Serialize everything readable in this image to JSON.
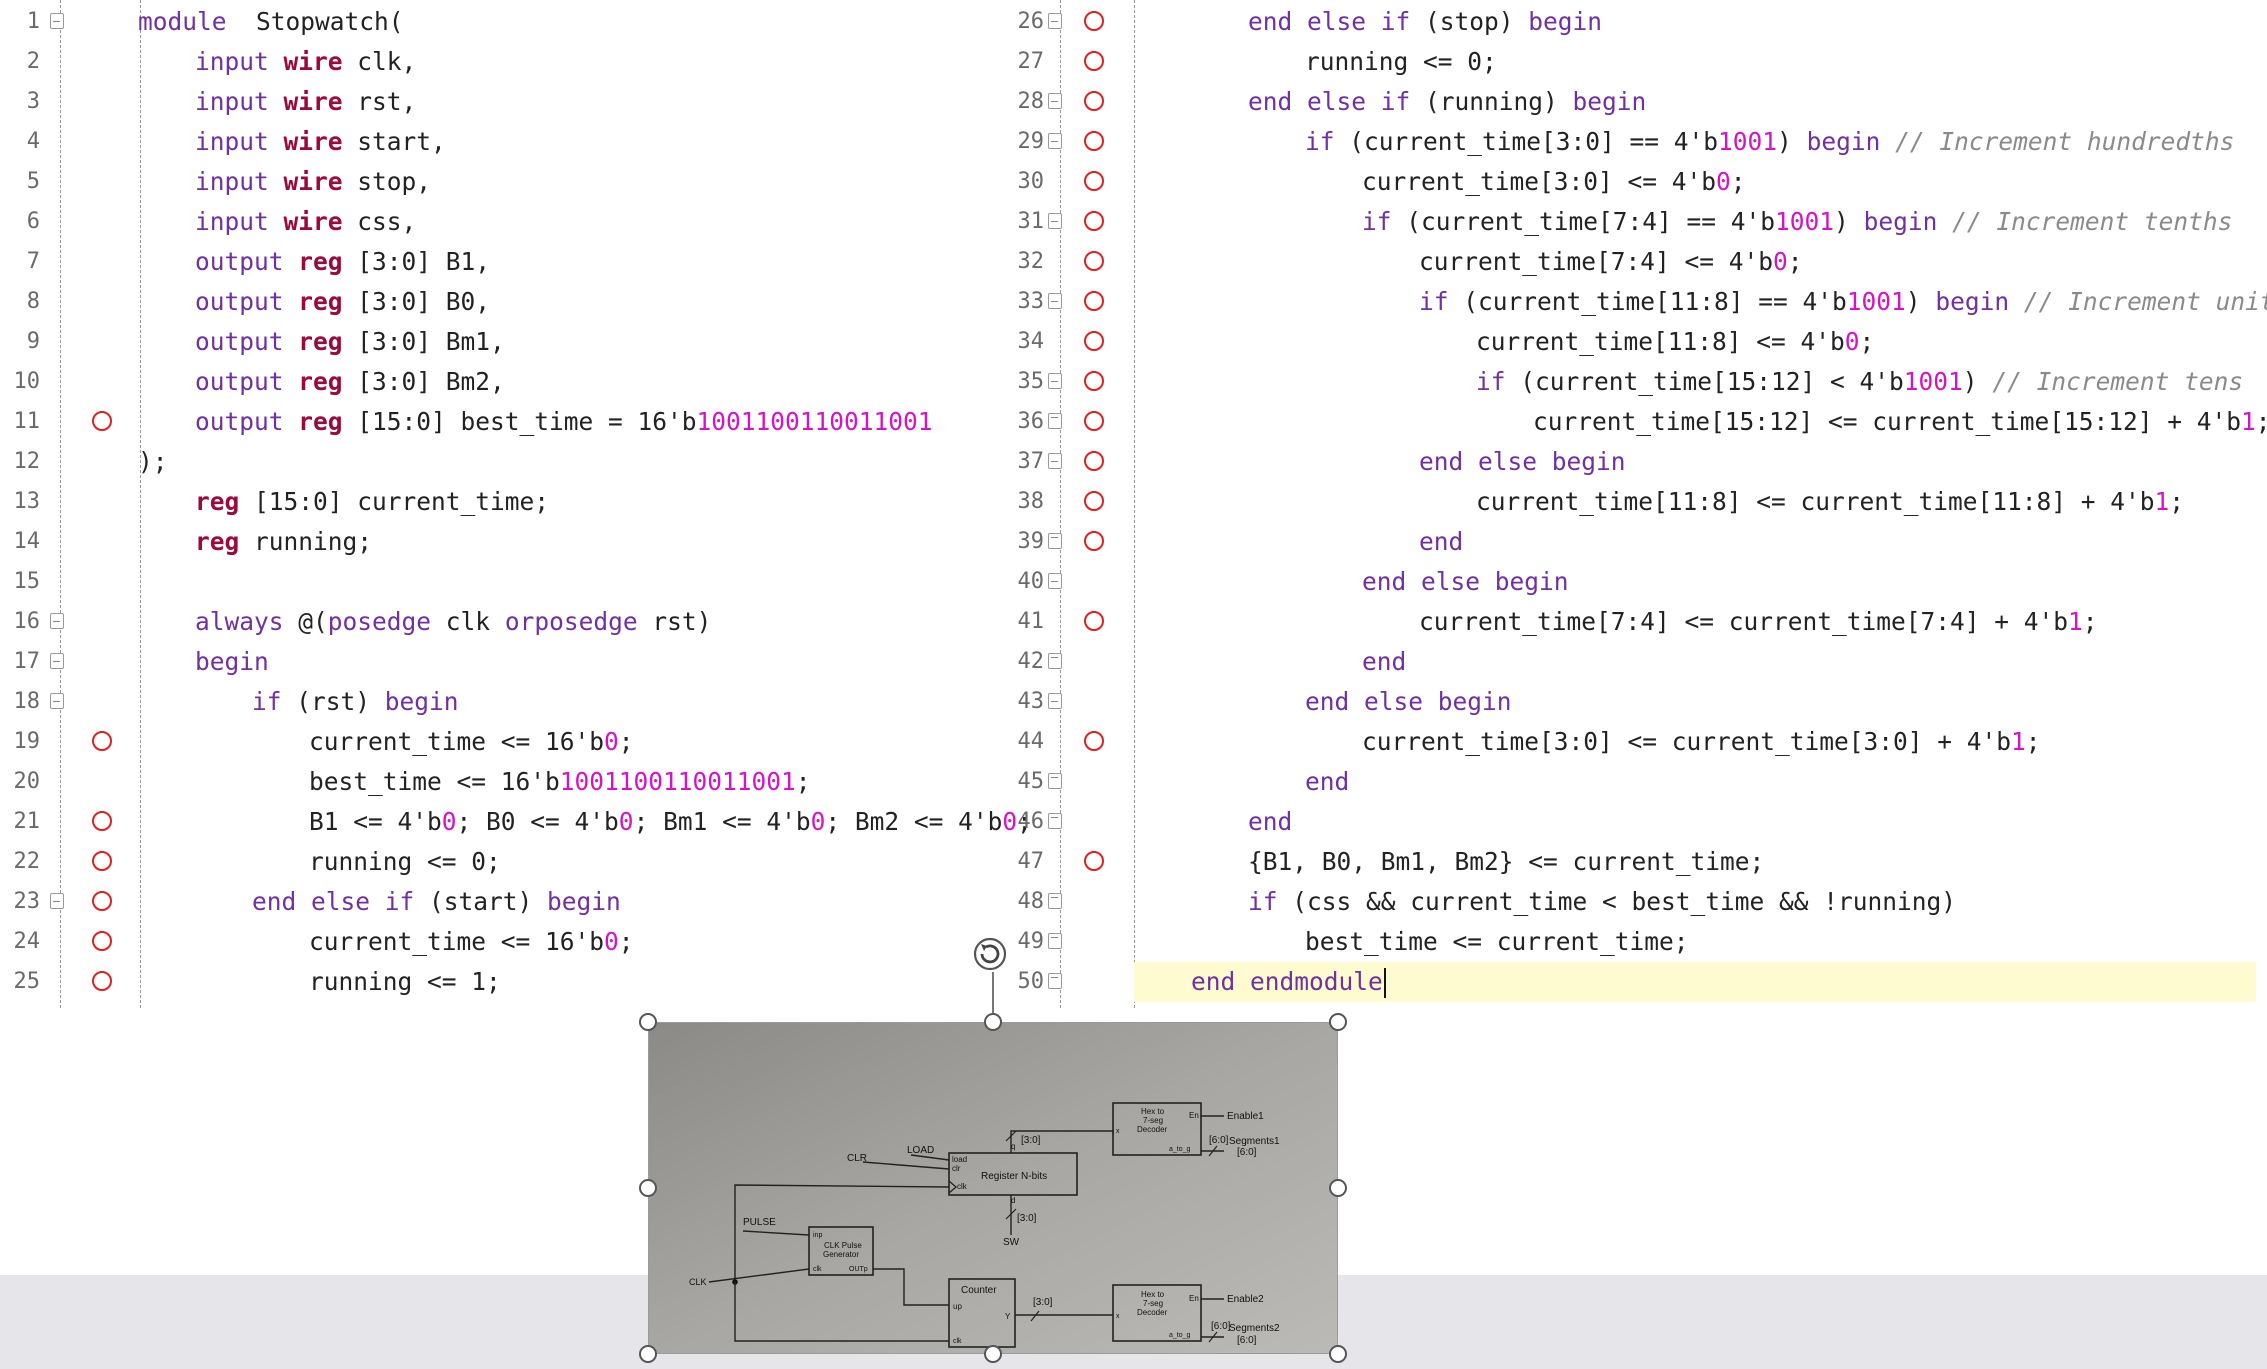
{
  "editor": {
    "left_lines": [
      {
        "n": "1",
        "fold": "open",
        "bp": false,
        "indent": 0,
        "toks": [
          [
            "kw",
            "module"
          ],
          [
            "",
            "  Stopwatch("
          ]
        ]
      },
      {
        "n": "2",
        "fold": "",
        "bp": false,
        "indent": 1,
        "toks": [
          [
            "kw",
            "input "
          ],
          [
            "kwb",
            "wire"
          ],
          [
            "",
            " clk,"
          ]
        ]
      },
      {
        "n": "3",
        "fold": "",
        "bp": false,
        "indent": 1,
        "toks": [
          [
            "kw",
            "input "
          ],
          [
            "kwb",
            "wire"
          ],
          [
            "",
            " rst,"
          ]
        ]
      },
      {
        "n": "4",
        "fold": "",
        "bp": false,
        "indent": 1,
        "toks": [
          [
            "kw",
            "input "
          ],
          [
            "kwb",
            "wire"
          ],
          [
            "",
            " start,"
          ]
        ]
      },
      {
        "n": "5",
        "fold": "",
        "bp": false,
        "indent": 1,
        "toks": [
          [
            "kw",
            "input "
          ],
          [
            "kwb",
            "wire"
          ],
          [
            "",
            " stop,"
          ]
        ]
      },
      {
        "n": "6",
        "fold": "",
        "bp": false,
        "indent": 1,
        "toks": [
          [
            "kw",
            "input "
          ],
          [
            "kwb",
            "wire"
          ],
          [
            "",
            " css,"
          ]
        ]
      },
      {
        "n": "7",
        "fold": "",
        "bp": false,
        "indent": 1,
        "toks": [
          [
            "kw",
            "output "
          ],
          [
            "kwb",
            "reg"
          ],
          [
            "",
            " [3:0] B1,"
          ]
        ]
      },
      {
        "n": "8",
        "fold": "",
        "bp": false,
        "indent": 1,
        "toks": [
          [
            "kw",
            "output "
          ],
          [
            "kwb",
            "reg"
          ],
          [
            "",
            " [3:0] B0,"
          ]
        ]
      },
      {
        "n": "9",
        "fold": "",
        "bp": false,
        "indent": 1,
        "toks": [
          [
            "kw",
            "output "
          ],
          [
            "kwb",
            "reg"
          ],
          [
            "",
            " [3:0] Bm1,"
          ]
        ]
      },
      {
        "n": "10",
        "fold": "",
        "bp": false,
        "indent": 1,
        "toks": [
          [
            "kw",
            "output "
          ],
          [
            "kwb",
            "reg"
          ],
          [
            "",
            " [3:0] Bm2,"
          ]
        ]
      },
      {
        "n": "11",
        "fold": "",
        "bp": true,
        "indent": 1,
        "toks": [
          [
            "kw",
            "output "
          ],
          [
            "kwb",
            "reg"
          ],
          [
            "",
            " [15:0] best_time = 16'b"
          ],
          [
            "num",
            "1001100110011001"
          ]
        ]
      },
      {
        "n": "12",
        "fold": "",
        "bp": false,
        "indent": 0,
        "toks": [
          [
            "",
            ");"
          ]
        ]
      },
      {
        "n": "13",
        "fold": "",
        "bp": false,
        "indent": 1,
        "toks": [
          [
            "kwb",
            "reg"
          ],
          [
            "",
            " [15:0] current_time;"
          ]
        ]
      },
      {
        "n": "14",
        "fold": "",
        "bp": false,
        "indent": 1,
        "toks": [
          [
            "kwb",
            "reg"
          ],
          [
            "",
            " running;"
          ]
        ]
      },
      {
        "n": "15",
        "fold": "",
        "bp": false,
        "indent": 0,
        "toks": []
      },
      {
        "n": "16",
        "fold": "open",
        "bp": false,
        "indent": 1,
        "toks": [
          [
            "kw",
            "always"
          ],
          [
            "",
            " @("
          ],
          [
            "kw",
            "posedge"
          ],
          [
            "",
            " clk "
          ],
          [
            "kw",
            "or"
          ],
          [
            " ",
            ""
          ],
          [
            "kw",
            "posedge"
          ],
          [
            "",
            " rst)"
          ]
        ]
      },
      {
        "n": "17",
        "fold": "open",
        "bp": false,
        "indent": 1,
        "toks": [
          [
            "kw",
            "begin"
          ]
        ]
      },
      {
        "n": "18",
        "fold": "open",
        "bp": false,
        "indent": 2,
        "toks": [
          [
            "kw",
            "if"
          ],
          [
            "",
            " (rst) "
          ],
          [
            "kw",
            "begin"
          ]
        ]
      },
      {
        "n": "19",
        "fold": "",
        "bp": true,
        "indent": 3,
        "toks": [
          [
            "",
            "current_time <= 16'b"
          ],
          [
            "num",
            "0"
          ],
          [
            "",
            ";"
          ]
        ]
      },
      {
        "n": "20",
        "fold": "",
        "bp": false,
        "indent": 3,
        "toks": [
          [
            "",
            "best_time <= 16'b"
          ],
          [
            "num",
            "1001100110011001"
          ],
          [
            "",
            ";"
          ]
        ]
      },
      {
        "n": "21",
        "fold": "",
        "bp": true,
        "indent": 3,
        "toks": [
          [
            "",
            "B1 <= 4'b"
          ],
          [
            "num",
            "0"
          ],
          [
            "",
            "; B0 <= 4'b"
          ],
          [
            "num",
            "0"
          ],
          [
            "",
            "; Bm1 <= 4'b"
          ],
          [
            "num",
            "0"
          ],
          [
            "",
            "; Bm2 <= 4'b"
          ],
          [
            "num",
            "0"
          ],
          [
            "",
            ";"
          ]
        ]
      },
      {
        "n": "22",
        "fold": "",
        "bp": true,
        "indent": 3,
        "toks": [
          [
            "",
            "running <= 0;"
          ]
        ]
      },
      {
        "n": "23",
        "fold": "open",
        "bp": true,
        "indent": 2,
        "toks": [
          [
            "kw",
            "end else if"
          ],
          [
            "",
            " (start) "
          ],
          [
            "kw",
            "begin"
          ]
        ]
      },
      {
        "n": "24",
        "fold": "",
        "bp": true,
        "indent": 3,
        "toks": [
          [
            "",
            "current_time <= 16'b"
          ],
          [
            "num",
            "0"
          ],
          [
            "",
            ";"
          ]
        ]
      },
      {
        "n": "25",
        "fold": "",
        "bp": true,
        "indent": 3,
        "toks": [
          [
            "",
            "running <= 1;"
          ]
        ]
      }
    ],
    "right_lines": [
      {
        "n": "26",
        "fold": "open",
        "bp": true,
        "indent": 2,
        "toks": [
          [
            "kw",
            "end else if"
          ],
          [
            "",
            " (stop) "
          ],
          [
            "kw",
            "begin"
          ]
        ]
      },
      {
        "n": "27",
        "fold": "",
        "bp": true,
        "indent": 3,
        "toks": [
          [
            "",
            "running <= 0;"
          ]
        ]
      },
      {
        "n": "28",
        "fold": "open",
        "bp": true,
        "indent": 2,
        "toks": [
          [
            "kw",
            "end else if"
          ],
          [
            "",
            " (running) "
          ],
          [
            "kw",
            "begin"
          ]
        ]
      },
      {
        "n": "29",
        "fold": "open",
        "bp": true,
        "indent": 3,
        "toks": [
          [
            "kw",
            "if"
          ],
          [
            "",
            " (current_time[3:0] == 4'b"
          ],
          [
            "num",
            "1001"
          ],
          [
            "",
            ") "
          ],
          [
            "kw",
            "begin"
          ],
          [
            "",
            " "
          ],
          [
            "cmt",
            "// Increment hundredths"
          ]
        ]
      },
      {
        "n": "30",
        "fold": "",
        "bp": true,
        "indent": 4,
        "toks": [
          [
            "",
            "current_time[3:0] <= 4'b"
          ],
          [
            "num",
            "0"
          ],
          [
            "",
            ";"
          ]
        ]
      },
      {
        "n": "31",
        "fold": "open",
        "bp": true,
        "indent": 4,
        "toks": [
          [
            "kw",
            "if"
          ],
          [
            "",
            " (current_time[7:4] == 4'b"
          ],
          [
            "num",
            "1001"
          ],
          [
            "",
            ") "
          ],
          [
            "kw",
            "begin"
          ],
          [
            "",
            " "
          ],
          [
            "cmt",
            "// Increment tenths"
          ]
        ]
      },
      {
        "n": "32",
        "fold": "",
        "bp": true,
        "indent": 5,
        "toks": [
          [
            "",
            "current_time[7:4] <= 4'b"
          ],
          [
            "num",
            "0"
          ],
          [
            "",
            ";"
          ]
        ]
      },
      {
        "n": "33",
        "fold": "open",
        "bp": true,
        "indent": 5,
        "toks": [
          [
            "kw",
            "if"
          ],
          [
            "",
            " (current_time[11:8] == 4'b"
          ],
          [
            "num",
            "1001"
          ],
          [
            "",
            ") "
          ],
          [
            "kw",
            "begin"
          ],
          [
            "",
            " "
          ],
          [
            "cmt",
            "// Increment unit"
          ]
        ]
      },
      {
        "n": "34",
        "fold": "",
        "bp": true,
        "indent": 6,
        "toks": [
          [
            "",
            "current_time[11:8] <= 4'b"
          ],
          [
            "num",
            "0"
          ],
          [
            "",
            ";"
          ]
        ]
      },
      {
        "n": "35",
        "fold": "open",
        "bp": true,
        "indent": 6,
        "toks": [
          [
            "kw",
            "if"
          ],
          [
            "",
            " (current_time[15:12] < 4'b"
          ],
          [
            "num",
            "1001"
          ],
          [
            "",
            ") "
          ],
          [
            "cmt",
            "// Increment tens"
          ]
        ]
      },
      {
        "n": "36",
        "fold": "close",
        "bp": true,
        "indent": 7,
        "toks": [
          [
            "",
            "current_time[15:12] <= current_time[15:12] + 4'b"
          ],
          [
            "num",
            "1"
          ],
          [
            "",
            ";"
          ]
        ]
      },
      {
        "n": "37",
        "fold": "open",
        "bp": true,
        "indent": 5,
        "toks": [
          [
            "kw",
            "end else begin"
          ]
        ]
      },
      {
        "n": "38",
        "fold": "",
        "bp": true,
        "indent": 6,
        "toks": [
          [
            "",
            "current_time[11:8] <= current_time[11:8] + 4'b"
          ],
          [
            "num",
            "1"
          ],
          [
            "",
            ";"
          ]
        ]
      },
      {
        "n": "39",
        "fold": "close",
        "bp": true,
        "indent": 5,
        "toks": [
          [
            "kw",
            "end"
          ]
        ]
      },
      {
        "n": "40",
        "fold": "open",
        "bp": false,
        "indent": 4,
        "toks": [
          [
            "kw",
            "end else begin"
          ]
        ]
      },
      {
        "n": "41",
        "fold": "",
        "bp": true,
        "indent": 5,
        "toks": [
          [
            "",
            "current_time[7:4] <= current_time[7:4] + 4'b"
          ],
          [
            "num",
            "1"
          ],
          [
            "",
            ";"
          ]
        ]
      },
      {
        "n": "42",
        "fold": "close",
        "bp": false,
        "indent": 4,
        "toks": [
          [
            "kw",
            "end"
          ]
        ]
      },
      {
        "n": "43",
        "fold": "open",
        "bp": false,
        "indent": 3,
        "toks": [
          [
            "kw",
            "end else begin"
          ]
        ]
      },
      {
        "n": "44",
        "fold": "",
        "bp": true,
        "indent": 4,
        "toks": [
          [
            "",
            "current_time[3:0] <= current_time[3:0] + 4'b"
          ],
          [
            "num",
            "1"
          ],
          [
            "",
            ";"
          ]
        ]
      },
      {
        "n": "45",
        "fold": "close",
        "bp": false,
        "indent": 3,
        "toks": [
          [
            "kw",
            "end"
          ]
        ]
      },
      {
        "n": "46",
        "fold": "close",
        "bp": false,
        "indent": 2,
        "toks": [
          [
            "kw",
            "end"
          ]
        ]
      },
      {
        "n": "47",
        "fold": "",
        "bp": true,
        "indent": 2,
        "toks": [
          [
            "",
            "{B1, B0, Bm1, Bm2} <= current_time;"
          ]
        ]
      },
      {
        "n": "48",
        "fold": "close",
        "bp": false,
        "indent": 2,
        "toks": [
          [
            "kw",
            "if"
          ],
          [
            "",
            " (css && current_time < best_time && !running)"
          ]
        ]
      },
      {
        "n": "49",
        "fold": "close",
        "bp": false,
        "indent": 3,
        "toks": [
          [
            "",
            "best_time <= current_time;"
          ]
        ]
      },
      {
        "n": "50",
        "fold": "close",
        "bp": false,
        "indent": 1,
        "toks": [
          [
            "kw",
            "end endmodule"
          ]
        ]
      }
    ]
  },
  "diagram": {
    "labels": {
      "clr": "CLR",
      "load": "LOAD",
      "pulse": "PULSE",
      "clk": "CLK",
      "sw": "SW",
      "bus_30_top": "[3:0]",
      "bus_30_mid": "[3:0]",
      "bus_30_bot": "[3:0]",
      "bus_60_top": "[6:0]",
      "bus_60_bot": "[6:0]",
      "enable1": "Enable1",
      "enable2": "Enable2",
      "segments1": "Segments1",
      "segments1_w": "[6:0]",
      "segments2": "Segments2",
      "segments2_w": "[6:0]",
      "reg_name": "Register N-bits",
      "reg_load": "load",
      "reg_clr": "clr",
      "reg_clk": "clk",
      "reg_d": "d",
      "reg_q": "q",
      "pulse_name1": "CLK Pulse",
      "pulse_name2": "Generator",
      "pulse_inp": "inp",
      "pulse_clk": "clk",
      "pulse_out": "OUTp",
      "counter_name": "Counter",
      "counter_up": "up",
      "counter_clk": "clk",
      "counter_y": "Y",
      "dec_name1": "Hex to",
      "dec_name2": "7-seg",
      "dec_name3": "Decoder",
      "dec_en": "En",
      "dec_x": "x",
      "dec_atog": "a_to_g"
    }
  }
}
